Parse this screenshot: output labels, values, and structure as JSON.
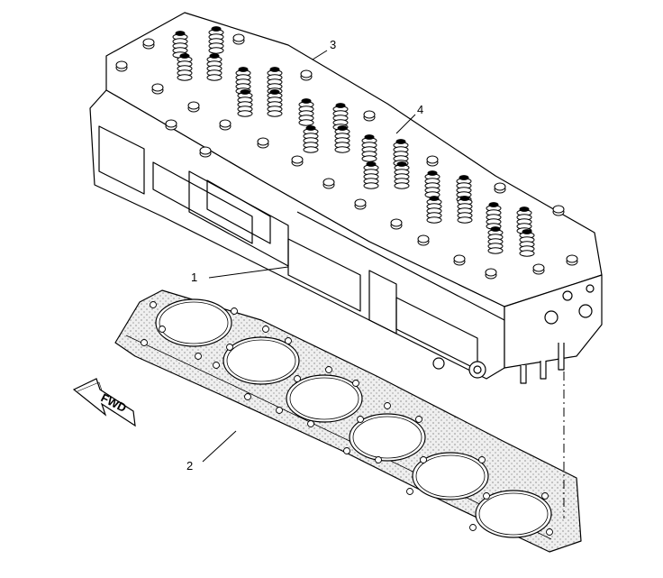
{
  "diagram": {
    "callouts": [
      {
        "id": "callout-1",
        "label": "1"
      },
      {
        "id": "callout-2",
        "label": "2"
      },
      {
        "id": "callout-3",
        "label": "3"
      },
      {
        "id": "callout-4",
        "label": "4"
      }
    ],
    "direction_arrow": {
      "label": "FWD"
    },
    "colors": {
      "line": "#000000",
      "gasket_fill": "#dedede",
      "background": "#ffffff"
    }
  }
}
